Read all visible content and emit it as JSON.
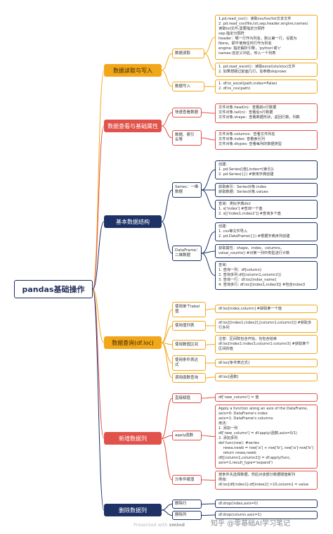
{
  "root": "pandas基础操作",
  "colors": {
    "yellow": "#f2a71b",
    "red": "#e0524a",
    "navy": "#1e3266"
  },
  "cats": [
    {
      "label": "数据读取与写入"
    },
    {
      "label": "数据查看与基础属性"
    },
    {
      "label": "基本数据结构"
    },
    {
      "label": "数据查询(df.loc)"
    },
    {
      "label": "新增数据列"
    },
    {
      "label": "删除数据列"
    }
  ],
  "subs": [
    {
      "label": "数据读取"
    },
    {
      "label": "数据写入"
    },
    {
      "label": "快速查看数据"
    },
    {
      "label": "数据、索引\n名等"
    },
    {
      "label": "Series：一维\n数据"
    },
    {
      "label": "DataFrame：\n二维数据"
    },
    {
      "label": "使用单个label\n值"
    },
    {
      "label": "使用值列表"
    },
    {
      "label": "使用数值区间"
    },
    {
      "label": "使用条件表达\n式"
    },
    {
      "label": "调用函数查询"
    },
    {
      "label": "直接赋值"
    },
    {
      "label": "apply函数"
    },
    {
      "label": "分条件赋值"
    },
    {
      "label": "删除行"
    },
    {
      "label": "删除列"
    }
  ],
  "leaves": [
    {
      "text": "1.pd.read_csv()：读取csv/tsv/txt文本文件\n2. pd.read_csv(file,txt,sep,header,engine,names)\n读取txt文件,需要指定分隔符\nsep:指定分隔符\nheader：哪一行作为列名，默认第一行，设置为\nNone，即不使用任何行作为列名\nengine: 指定解析引擎，'python'或'c'\nnames:自定义列名，传入一个列表"
    },
    {
      "text": "1. pd.read_excel()：读取excel(xls/xlsx)文件\n2. 如果想跳过前面几行，加参数skiprows"
    },
    {
      "text": "1. df.to_excel(path,index=False)\n2. df.to_csv(path)"
    },
    {
      "text": "文件对象.head(n)：查看前n行数据\n文件对象.tail(n)：查看后n行数据\n文件对象.shape：查看数据形状，返回行数，列数"
    },
    {
      "text": "文件对象.columns：查看文件列名\n文件对象.index: 查看索引列\n文件对象.dtypes: 查看每列的数据类型"
    },
    {
      "text": "创建:\n1. pd.Series([值],index=[索引])\n2. pd.Series({}) #使用字典创建"
    },
    {
      "text": "获取索引：Series对象.index\n获取数据：Series对象.values"
    },
    {
      "text": "查询：类似字典dict\n1. s['index'] #查询一个值\n2. s[['index1,index2']] #查询多个值"
    },
    {
      "text": "创建:\n1. csv等文件导入\n2. pd.DataFrame({}) #根据字典序列创建"
    },
    {
      "text": "获取属性：shape、index、columns、\nvalue_counts() #对某一列中类型进行计数"
    },
    {
      "text": "查询:\n1. 查询一列：df[column]\n2. 查询多列:df[[column1,column2]]\n3. 查询一行：df.loc[index_name]\n4. 查询多行: df.loc[[index1,index3]] #包含index3"
    },
    {
      "text": "df.loc[index,column] #获取某一个值"
    },
    {
      "text": "df.loc[[index1,index2],[column1,column2]] #获取多\n行多列"
    },
    {
      "text": "注意：区间既包含开始，也包含结束\ndf.loc[index1:index3,column1:column3] #获取某个\n区间的值"
    },
    {
      "text": "df.loc[条件表达式]"
    },
    {
      "text": "df.loc[函数]"
    },
    {
      "text": "df['new_column'] = 值"
    },
    {
      "text": "Apply a function along an axis of the DataFrame,\naxis=0: DataFrame's index\naxis=1: DataFrame's columns\n用法：\n1. 添加一列\ndf['new_column'] = df.apply(函数,axis=0/1)\n2. 添加多列\ndef func(row): #series\n    newa,newb = row['a'] + row['b'], row['a']-row['b']\n    return newa,newb\ndf[[column1,column2]] = df.apply(func,\naxis=1,result_type='expand')"
    },
    {
      "text": "按条件先选择数据，然后对该部分数据赋值新列\n例如:\ndf.loc[df[index1]-df[index2] >10,column] = value"
    },
    {
      "text": "df.drop(index,axis=0)"
    },
    {
      "text": "df.drop(column,axis=1)"
    }
  ],
  "footer": {
    "prefix": "Presented with",
    "brand": "xmind"
  },
  "watermark": "知乎 @零基础AI学习笔记"
}
